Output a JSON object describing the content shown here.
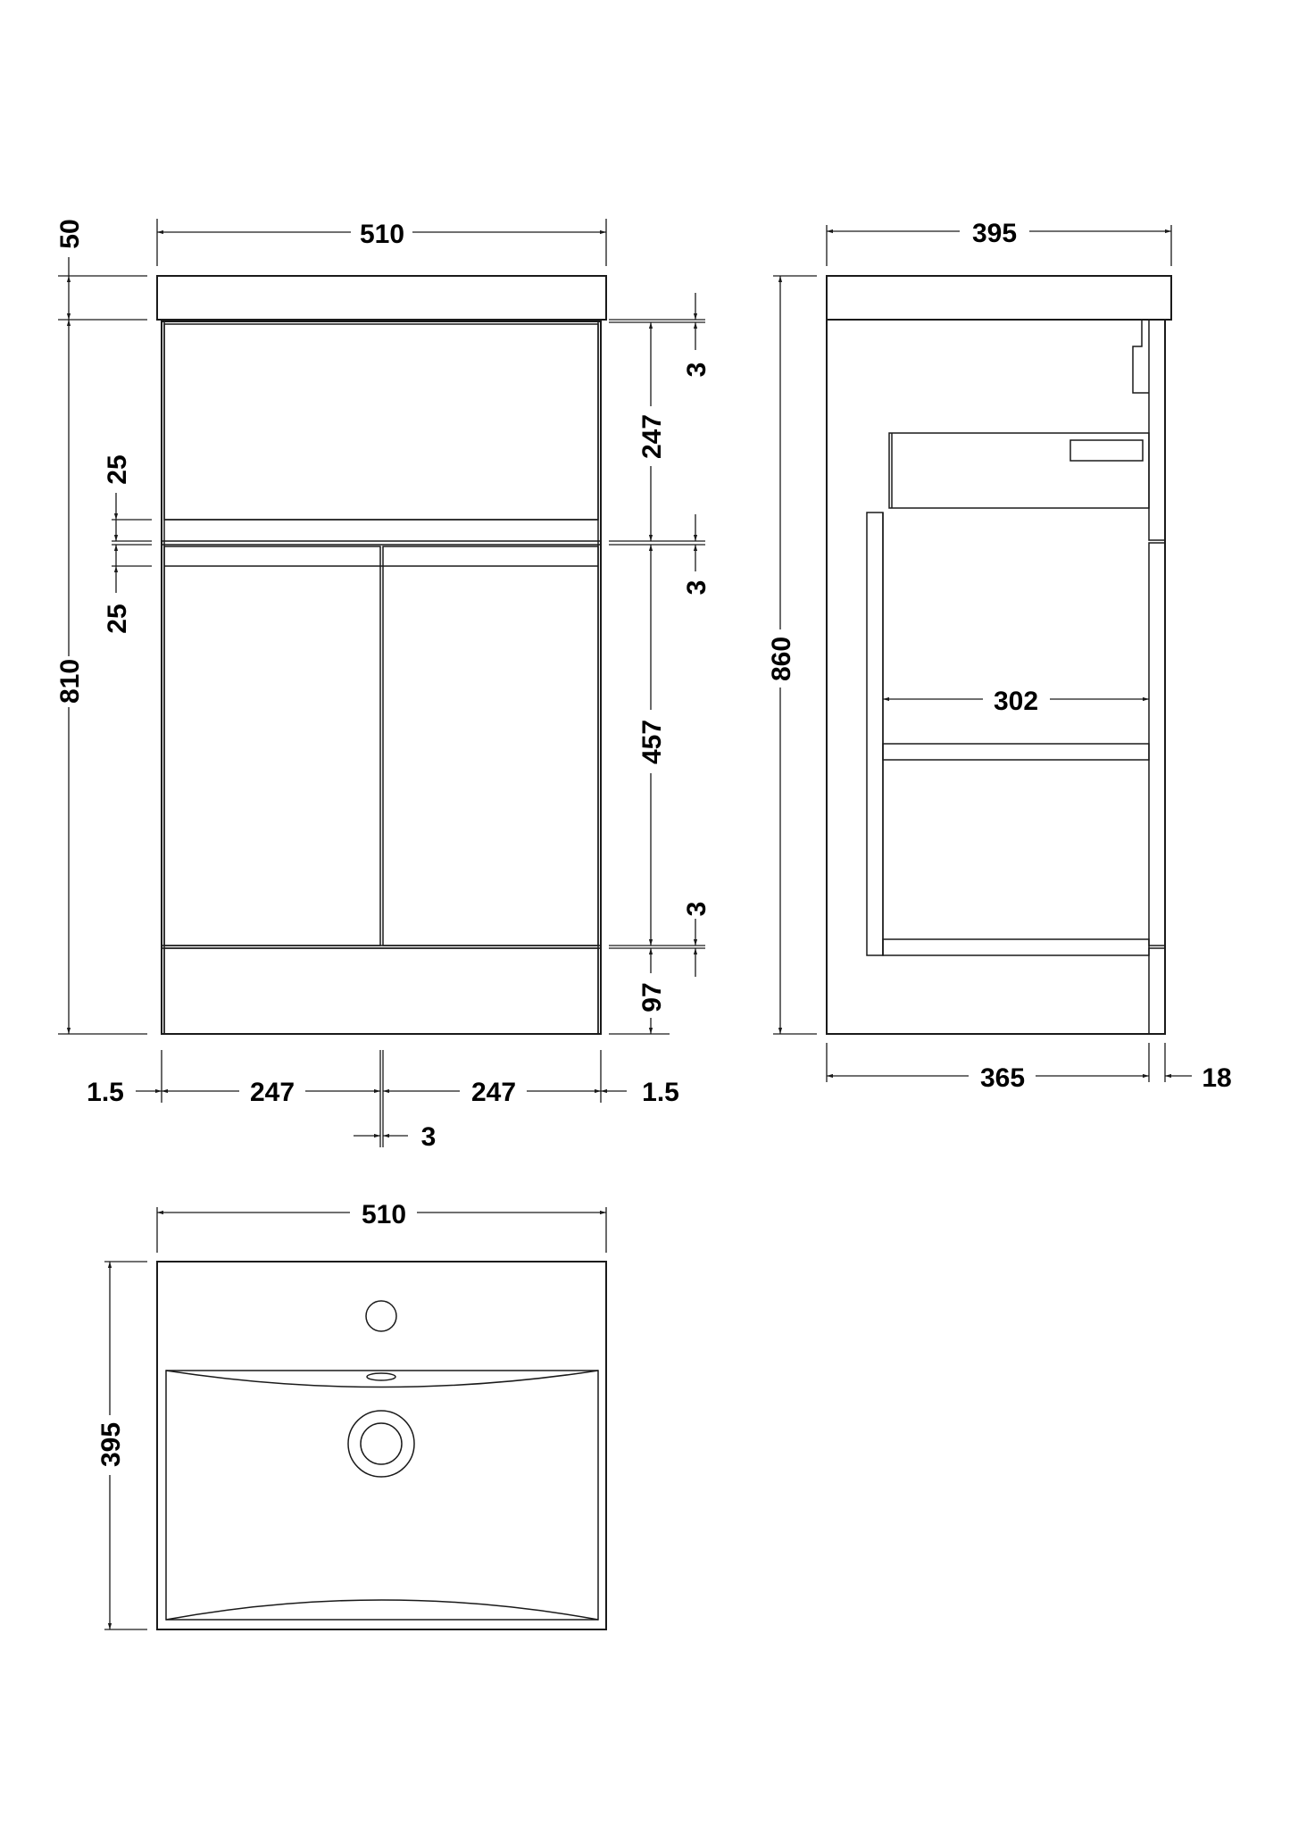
{
  "drawing": {
    "type": "technical-dimension-drawing",
    "units": "mm",
    "colors": {
      "line": "#1a1a1a",
      "background": "#ffffff"
    }
  },
  "front_view": {
    "dimensions": {
      "overall_width": "510",
      "top_height": "50",
      "body_height": "810",
      "rail_upper": "25",
      "rail_lower": "25",
      "upper_panel_height": "247",
      "upper_gap": "3",
      "middle_gap": "3",
      "door_height": "457",
      "lower_gap": "3",
      "plinth_height": "97",
      "left_edge_gap": "1.5",
      "left_door_width": "247",
      "right_door_width": "247",
      "right_edge_gap": "1.5",
      "center_gap": "3"
    }
  },
  "side_view": {
    "dimensions": {
      "overall_depth": "395",
      "overall_height": "860",
      "internal_depth": "302",
      "carcass_depth": "365",
      "door_thickness": "18"
    }
  },
  "top_view": {
    "dimensions": {
      "width": "510",
      "depth": "395"
    }
  }
}
